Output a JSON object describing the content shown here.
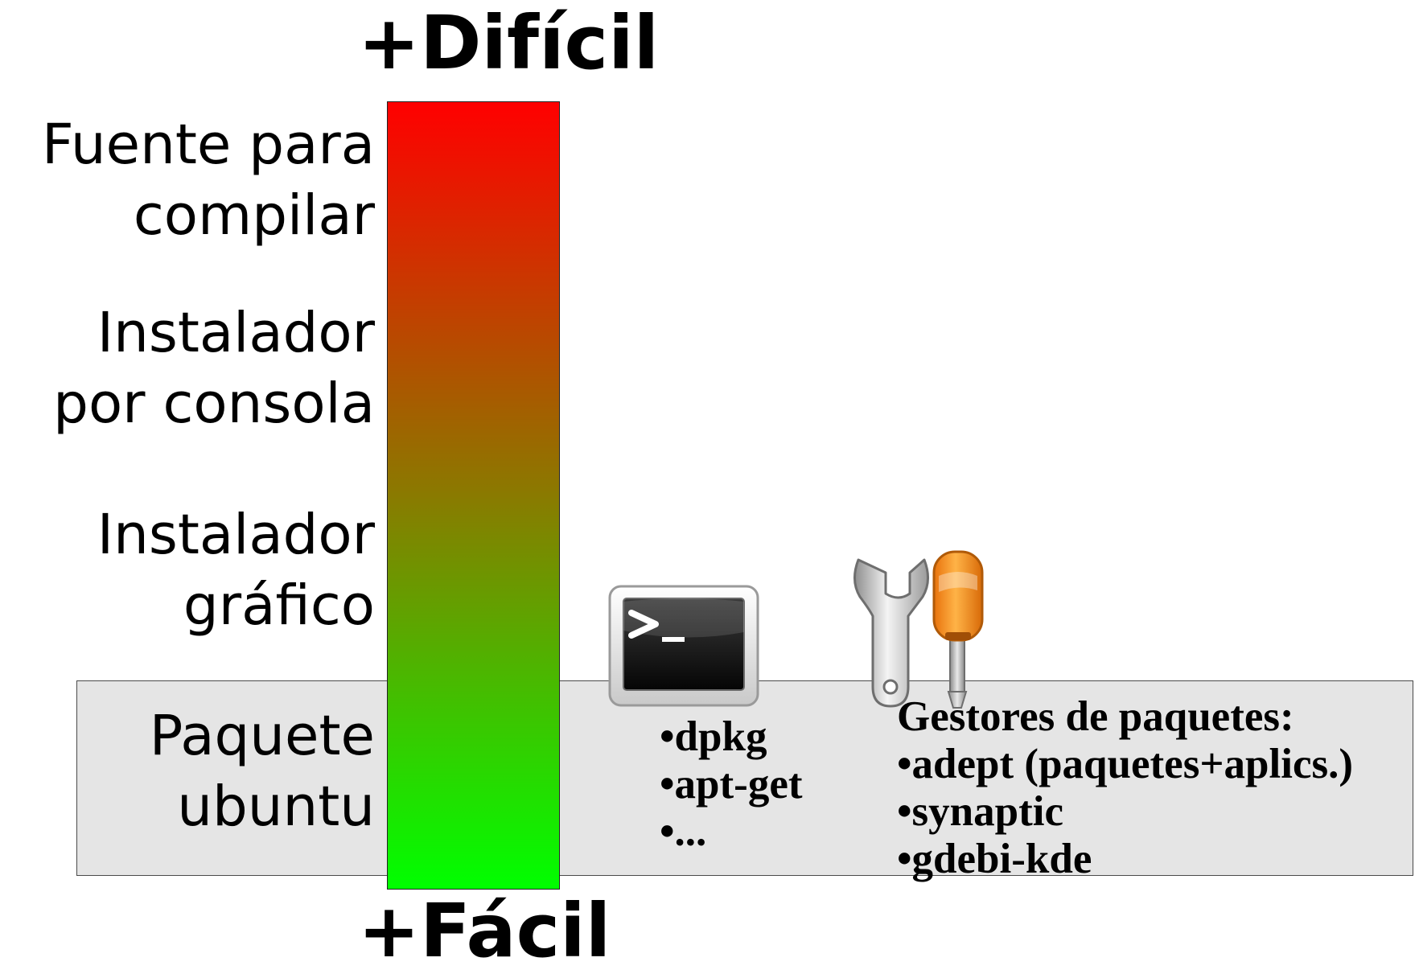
{
  "axis": {
    "top_label": "+Difícil",
    "bottom_label": "+Fácil",
    "gradient_top_color": "#ff0000",
    "gradient_bottom_color": "#00ff00"
  },
  "levels": [
    {
      "line1": "Fuente para",
      "line2": "compilar"
    },
    {
      "line1": "Instalador",
      "line2": "por consola"
    },
    {
      "line1": "Instalador",
      "line2": "gráfico"
    },
    {
      "line1": "Paquete",
      "line2": "ubuntu"
    }
  ],
  "highlight": {
    "band_color": "#e5e5e5"
  },
  "console_tools": {
    "icon": "terminal-icon",
    "items": [
      "•dpkg",
      "•apt-get",
      "•..."
    ]
  },
  "package_managers": {
    "icon": "wrench-screwdriver-icon",
    "title": "Gestores de paquetes:",
    "items": [
      "•adept (paquetes+aplics.)",
      "•synaptic",
      "•gdebi-kde"
    ]
  }
}
